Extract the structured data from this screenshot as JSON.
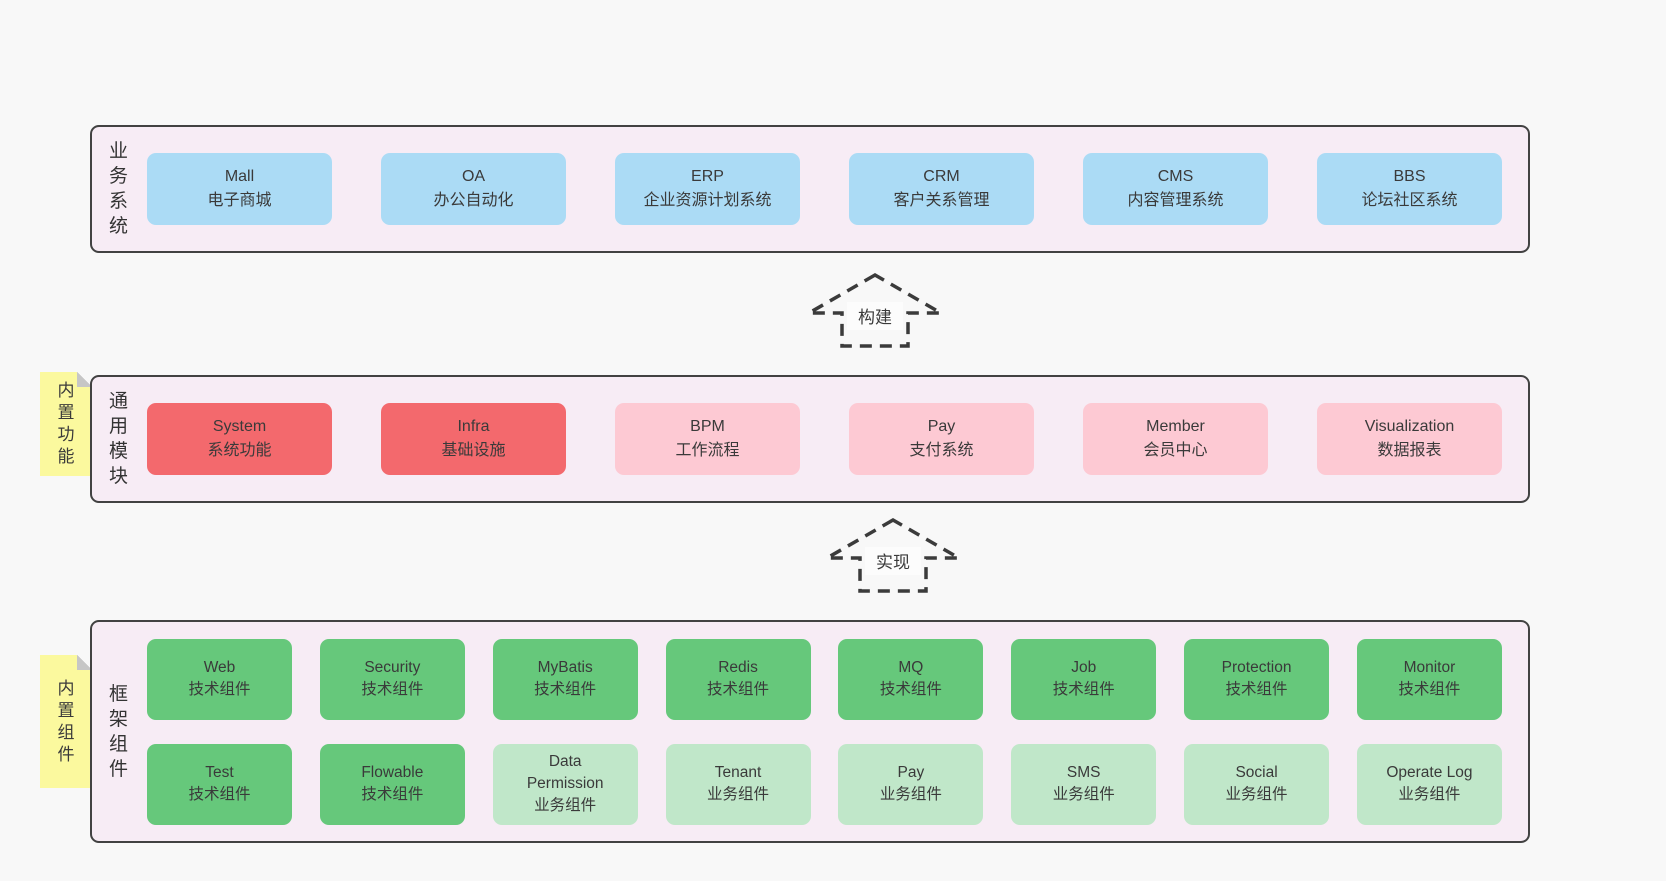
{
  "palette": {
    "page_bg": "#f8f8f8",
    "band_bg": "#f7ecf5",
    "band_border": "#424242",
    "sticky_bg": "#fbf99e",
    "arrow_stroke": "#3b3b3b",
    "text": "#3a3a3a",
    "blue": "#abdbf5",
    "red": "#f3696d",
    "pink": "#fdc9d3",
    "green": "#66c87b",
    "green_light": "#c0e7c9"
  },
  "bands": [
    {
      "id": "business-systems",
      "label": "业务系统",
      "sticky": null,
      "rows": [
        [
          {
            "name": "Mall",
            "desc": "电子商城",
            "variant": "blue"
          },
          {
            "name": "OA",
            "desc": "办公自动化",
            "variant": "blue"
          },
          {
            "name": "ERP",
            "desc": "企业资源计划系统",
            "variant": "blue"
          },
          {
            "name": "CRM",
            "desc": "客户关系管理",
            "variant": "blue"
          },
          {
            "name": "CMS",
            "desc": "内容管理系统",
            "variant": "blue"
          },
          {
            "name": "BBS",
            "desc": "论坛社区系统",
            "variant": "blue"
          }
        ]
      ]
    },
    {
      "id": "common-modules",
      "label": "通用模块",
      "sticky": "内置功能",
      "rows": [
        [
          {
            "name": "System",
            "desc": "系统功能",
            "variant": "red"
          },
          {
            "name": "Infra",
            "desc": "基础设施",
            "variant": "red"
          },
          {
            "name": "BPM",
            "desc": "工作流程",
            "variant": "pink"
          },
          {
            "name": "Pay",
            "desc": "支付系统",
            "variant": "pink"
          },
          {
            "name": "Member",
            "desc": "会员中心",
            "variant": "pink"
          },
          {
            "name": "Visualization",
            "desc": "数据报表",
            "variant": "pink"
          }
        ]
      ]
    },
    {
      "id": "framework-components",
      "label": "框架组件",
      "sticky": "内置组件",
      "rows": [
        [
          {
            "name": "Web",
            "desc": "技术组件",
            "variant": "green"
          },
          {
            "name": "Security",
            "desc": "技术组件",
            "variant": "green"
          },
          {
            "name": "MyBatis",
            "desc": "技术组件",
            "variant": "green"
          },
          {
            "name": "Redis",
            "desc": "技术组件",
            "variant": "green"
          },
          {
            "name": "MQ",
            "desc": "技术组件",
            "variant": "green"
          },
          {
            "name": "Job",
            "desc": "技术组件",
            "variant": "green"
          },
          {
            "name": "Protection",
            "desc": "技术组件",
            "variant": "green"
          },
          {
            "name": "Monitor",
            "desc": "技术组件",
            "variant": "green"
          }
        ],
        [
          {
            "name": "Test",
            "desc": "技术组件",
            "variant": "green"
          },
          {
            "name": "Flowable",
            "desc": "技术组件",
            "variant": "green"
          },
          {
            "name": "Data Permission",
            "desc": "业务组件",
            "variant": "green_light"
          },
          {
            "name": "Tenant",
            "desc": "业务组件",
            "variant": "green_light"
          },
          {
            "name": "Pay",
            "desc": "业务组件",
            "variant": "green_light"
          },
          {
            "name": "SMS",
            "desc": "业务组件",
            "variant": "green_light"
          },
          {
            "name": "Social",
            "desc": "业务组件",
            "variant": "green_light"
          },
          {
            "name": "Operate Log",
            "desc": "业务组件",
            "variant": "green_light"
          }
        ]
      ]
    }
  ],
  "arrows": [
    {
      "label": "构建"
    },
    {
      "label": "实现"
    }
  ]
}
